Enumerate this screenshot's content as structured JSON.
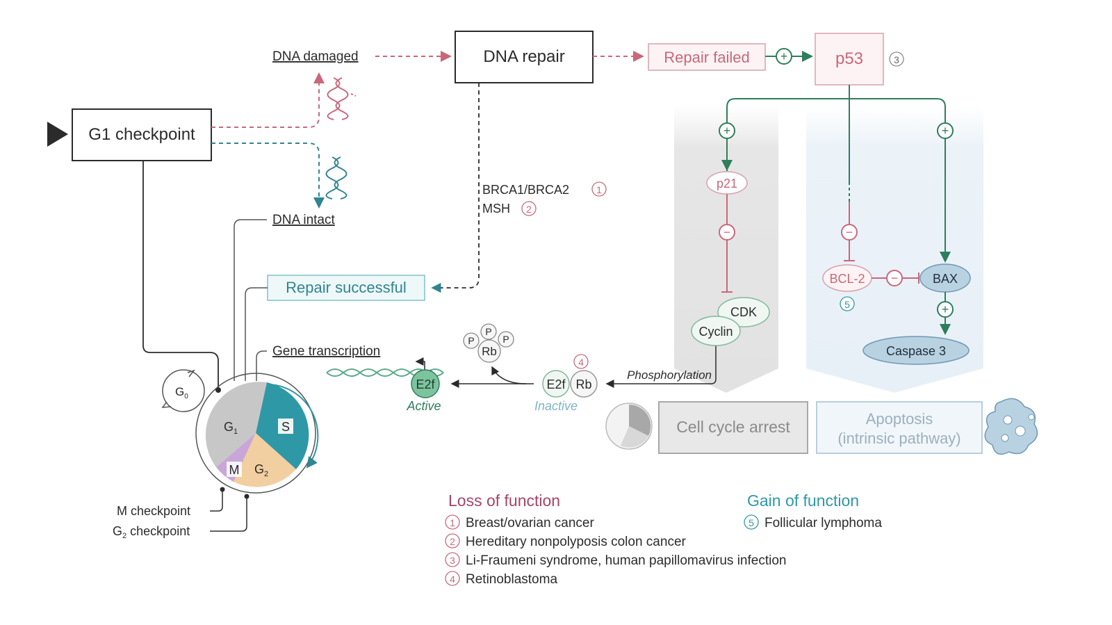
{
  "colors": {
    "red": "#c8687a",
    "green": "#2e7d5b",
    "teal": "#2f98a6",
    "dark": "#2b2b2b",
    "cycle_g1": "#c7c7c7",
    "cycle_s": "#2f98a6",
    "cycle_g2": "#f2cfa0",
    "cycle_m": "#c9a6d8",
    "loss_title": "#a54664",
    "gain_title": "#2f98a6"
  },
  "nodes": {
    "g1_checkpoint": "G1 checkpoint",
    "dna_damaged": "DNA damaged",
    "dna_repair": "DNA repair",
    "repair_failed": "Repair failed",
    "p53": "p53",
    "dna_intact": "DNA intact",
    "brca": "BRCA1/BRCA2",
    "msh": "MSH",
    "repair_successful": "Repair successful",
    "gene_transcription": "Gene transcription",
    "p21": "p21",
    "cdk": "CDK",
    "cyclin": "Cyclin",
    "bcl2": "BCL-2",
    "bax": "BAX",
    "caspase3": "Caspase 3",
    "p": "P",
    "rb": "Rb",
    "e2f": "E2f",
    "active": "Active",
    "inactive": "Inactive",
    "phosphorylation": "Phosphorylation",
    "cell_cycle_arrest": "Cell cycle arrest",
    "apoptosis_line1": "Apoptosis",
    "apoptosis_line2": "(intrinsic pathway)",
    "plus": "+",
    "minus": "−"
  },
  "cell_cycle": {
    "g0": "G",
    "g0_sub": "0",
    "g1": "G",
    "g1_sub": "1",
    "s": "S",
    "g2": "G",
    "g2_sub": "2",
    "m": "M",
    "m_checkpoint": "M checkpoint",
    "g2_checkpoint_prefix": "G",
    "g2_checkpoint_sub": "2",
    "g2_checkpoint_suffix": "checkpoint"
  },
  "markers": {
    "one": "1",
    "two": "2",
    "three": "3",
    "four": "4",
    "five": "5"
  },
  "legend": {
    "loss_title": "Loss of function",
    "loss_items": [
      "Breast/ovarian cancer",
      "Hereditary nonpolyposis colon cancer",
      "Li-Fraumeni syndrome, human papillomavirus infection",
      "Retinoblastoma"
    ],
    "gain_title": "Gain of function",
    "gain_items": [
      "Follicular lymphoma"
    ]
  }
}
